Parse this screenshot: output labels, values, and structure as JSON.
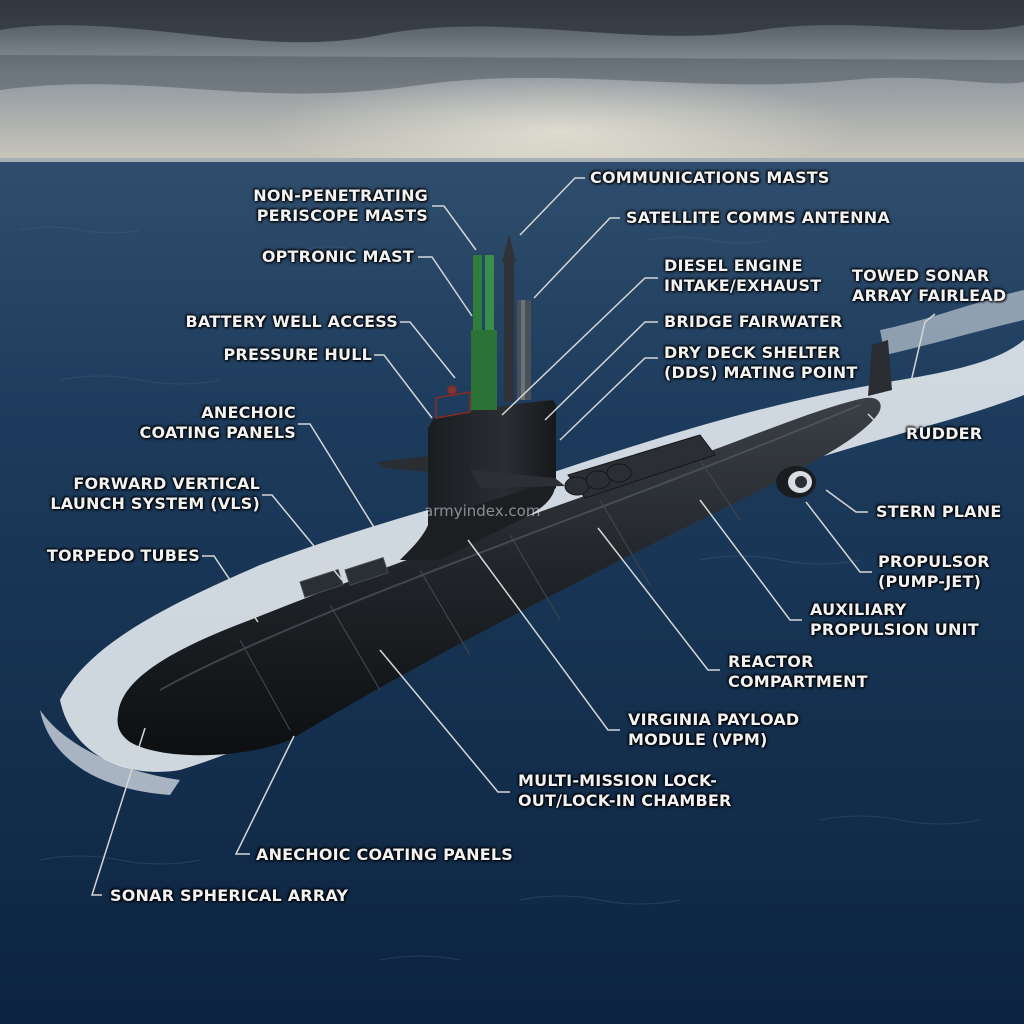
{
  "watermark": "armyindex.com",
  "colors": {
    "sky": "#8e979f",
    "ocean": "#12304f",
    "hull": "#1c1f22",
    "mast_green": "#2e7d3a",
    "label_text": "#f2f2f2",
    "leader_line": "#d6d6d6"
  },
  "labels": {
    "communications_masts": "COMMUNICATIONS MASTS",
    "non_penetrating_periscope_masts": "NON-PENETRATING\nPERISCOPE MASTS",
    "satellite_comms_antenna": "SATELLITE COMMS ANTENNA",
    "optronic_mast": "OPTRONIC MAST",
    "diesel_engine_intake_exhaust": "DIESEL ENGINE\nINTAKE/EXHAUST",
    "towed_sonar_array_fairlead": "TOWED SONAR\nARRAY FAIRLEAD",
    "battery_well_access": "BATTERY WELL ACCESS",
    "bridge_fairwater": "BRIDGE FAIRWATER",
    "pressure_hull": "PRESSURE HULL",
    "dry_deck_shelter": "DRY DECK SHELTER\n(DDS) MATING POINT",
    "anechoic_coating_panels_upper": "ANECHOIC\nCOATING PANELS",
    "rudder": "RUDDER",
    "forward_vls": "FORWARD VERTICAL\nLAUNCH SYSTEM (VLS)",
    "stern_plane": "STERN PLANE",
    "torpedo_tubes": "TORPEDO TUBES",
    "propulsor": "PROPULSOR\n(PUMP-JET)",
    "auxiliary_propulsion_unit": "AUXILIARY\nPROPULSION UNIT",
    "reactor_compartment": "REACTOR\nCOMPARTMENT",
    "virginia_payload_module": "VIRGINIA PAYLOAD\nMODULE (VPM)",
    "lockout_chamber": "MULTI-MISSION LOCK-\nOUT/LOCK-IN CHAMBER",
    "anechoic_coating_panels_lower": "ANECHOIC COATING PANELS",
    "sonar_spherical_array": "SONAR SPHERICAL ARRAY"
  }
}
